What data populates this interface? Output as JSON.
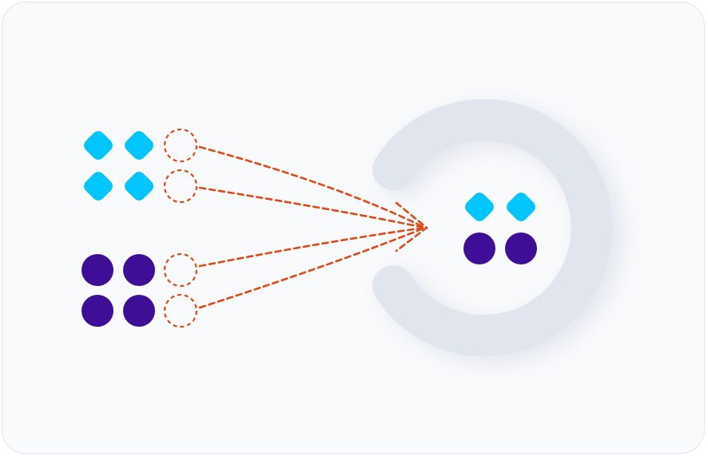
{
  "colors": {
    "card_background": "#f9fafc",
    "card_border": "#e3e6ec",
    "cyan": "#00c6ff",
    "purple": "#3f0e96",
    "arrow": "#e04a18",
    "ring": "#e1e5ee"
  },
  "diagram": {
    "source_groups": [
      {
        "shape": "diamond",
        "color_key": "cyan",
        "count": 4,
        "empty_slots": 2
      },
      {
        "shape": "circle",
        "color_key": "purple",
        "count": 4,
        "empty_slots": 2
      }
    ],
    "target": {
      "container_shape": "open-ring",
      "contents": [
        {
          "shape": "diamond",
          "color_key": "cyan",
          "count": 2
        },
        {
          "shape": "circle",
          "color_key": "purple",
          "count": 2
        }
      ]
    },
    "connector_style": "dashed-arrows-converging"
  }
}
